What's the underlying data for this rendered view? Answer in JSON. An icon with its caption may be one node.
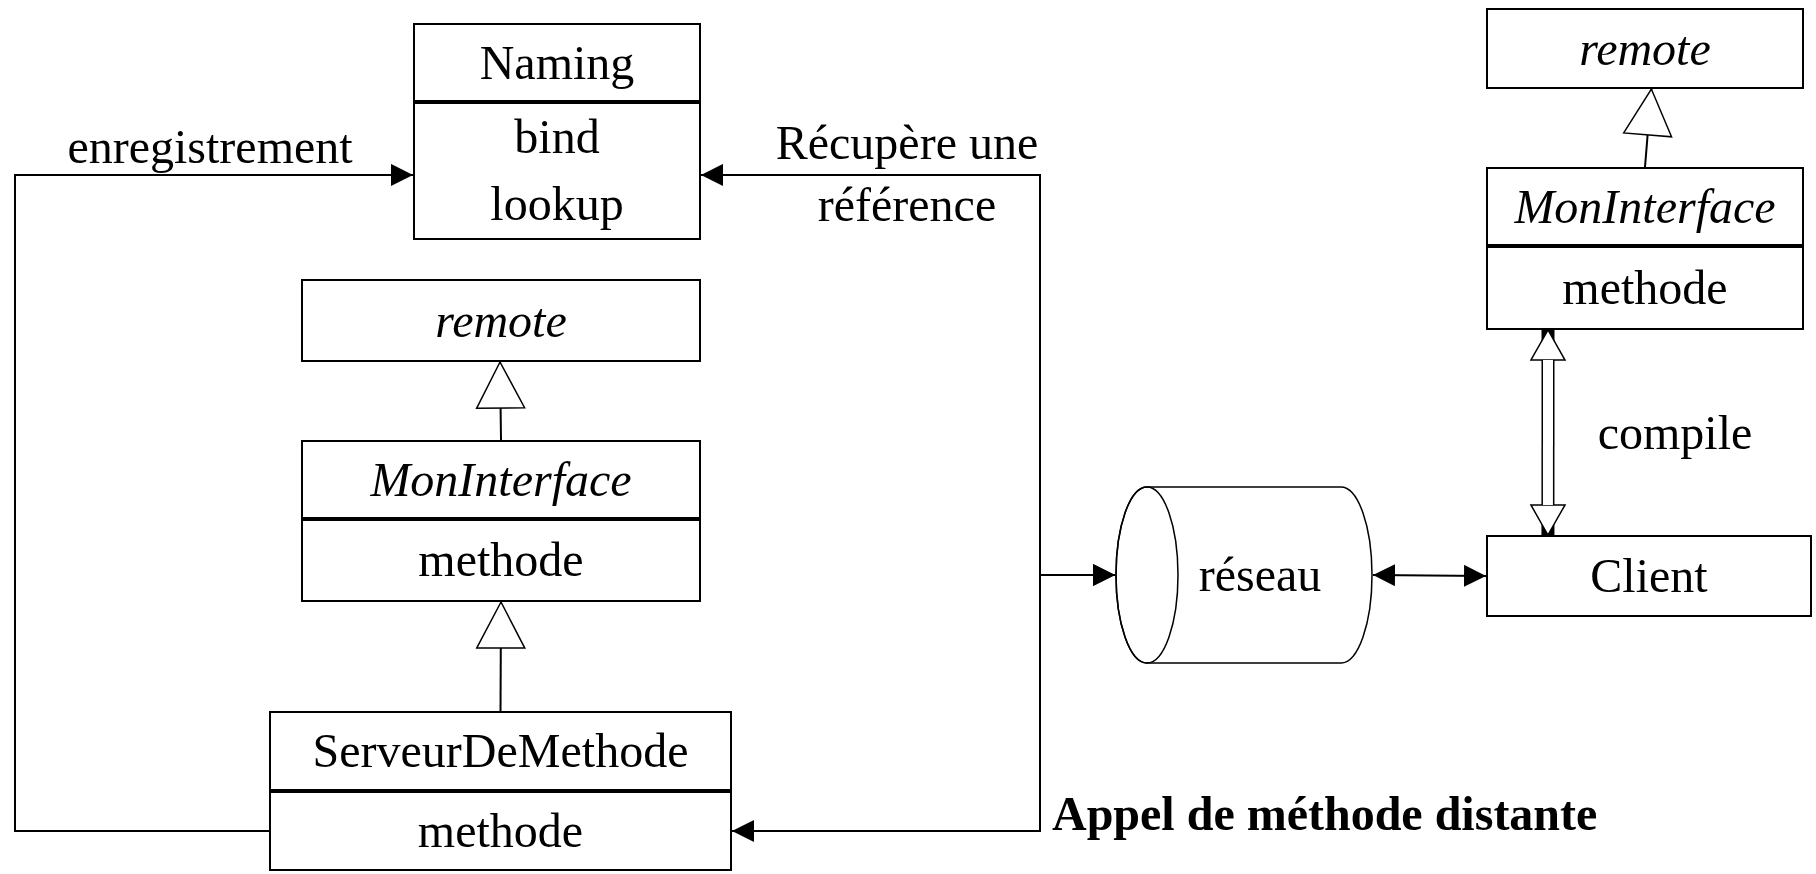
{
  "diagram": {
    "caption": "Appel de méthode distante",
    "nodes": [
      {
        "text": [
          "Naming",
          "bind",
          "lookup"
        ]
      },
      {
        "text": [
          "remote"
        ]
      },
      {
        "text": [
          "MonInterface",
          "methode"
        ]
      },
      {
        "text": [
          "ServeurDeMethode",
          "methode"
        ]
      },
      {
        "text": [
          "remote"
        ]
      },
      {
        "text": [
          "MonInterface",
          "methode"
        ]
      },
      {
        "text": [
          "réseau"
        ]
      },
      {
        "text": [
          "Client"
        ]
      }
    ],
    "edges": [
      {
        "from": 3,
        "to": 0,
        "arrow": "to",
        "label": "enregistrement"
      },
      {
        "from": 6,
        "to": 0,
        "arrow": "both",
        "label": "Récupère une référence"
      },
      {
        "from": 6,
        "to": 3,
        "arrow": "both"
      },
      {
        "from": 6,
        "to": 7,
        "arrow": "both"
      },
      {
        "from": 2,
        "to": 1,
        "arrow": "to"
      },
      {
        "from": 3,
        "to": 2,
        "arrow": "to"
      },
      {
        "from": 5,
        "to": 4,
        "arrow": "to"
      },
      {
        "from": 7,
        "to": 5,
        "arrow": "both",
        "label": "compile",
        "style": "thick"
      }
    ]
  }
}
